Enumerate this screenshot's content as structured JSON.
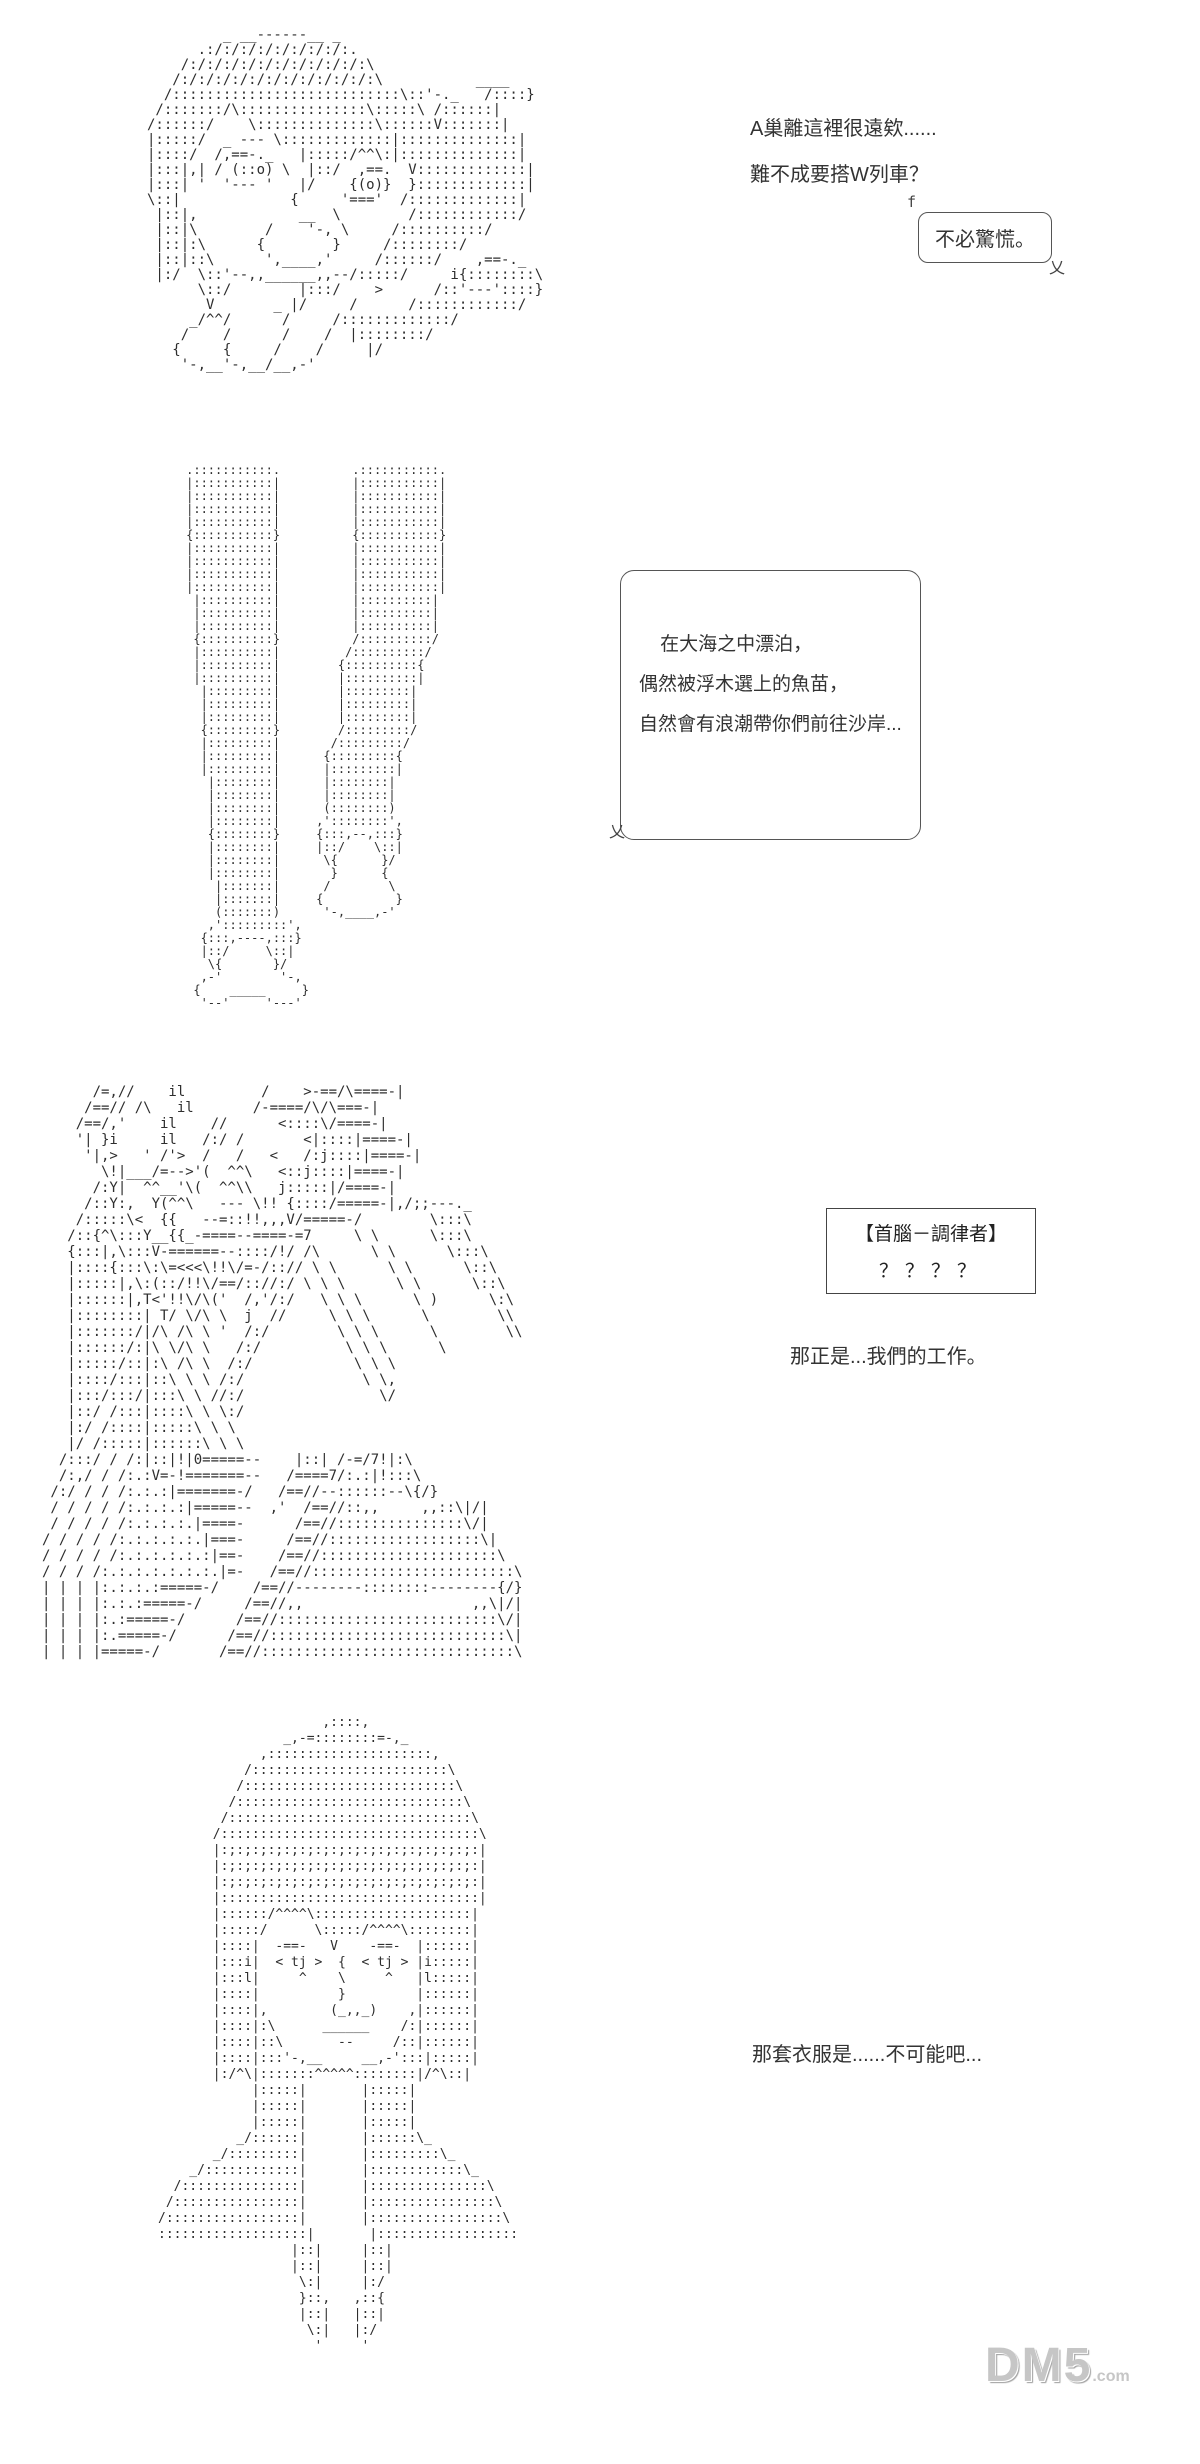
{
  "panel1": {
    "art": [
      "                _ __------__ _",
      "             .:/:/:/:/:/:/:/:/:.",
      "           /:/:/:/:/:/:/:/:/:/:/:\\",
      "          /:/:/:/:/:/:/:/:/:/:/:/:\\           ____",
      "         /:::::::::::::::::::::::::::\\::'-._   /::::}",
      "        /:::::::/\\:::::::::::::::\\:::::\\ /::::::|",
      "       /::::::/    \\::::::::::::::\\::::::V:::::::|",
      "       |:::::/  _ --- \\:::::::::::::|::::::::::::::|",
      "       |::::/  /,==-._   |:::::/^^\\:|::::::::::::::|",
      "       |:::|,| / (::o) \\  |::/  ,==.  V:::::::::::::|",
      "       |:::| '  '--- '   |/    {(o)}  }:::::::::::::|",
      "       \\::|             {     '==='  /:::::::::::::|",
      "        |::|,            __  \\        /::::::::::::/",
      "        |::|\\        /    '-, \\     /::::::::::/",
      "        |::|:\\      {        }     /::::::::/",
      "        |::|::\\      ',____,'     /::::::/    ,==-._",
      "        |:/  \\::'--,,______,,--/:::::/     i{::::::::\\",
      "             \\::/        |:::/    >      /::'---'::::}",
      "              V       _ |/     /      /::::::::::::/",
      "            _/^^/      /     /:::::::::::::/",
      "           /    /      /    /  |::::::::/",
      "          {     {     /    /     |/",
      "           '-,__'-,__/__,-'"
    ],
    "dialogue_line1": "A巢離這裡很遠欸......",
    "dialogue_line2": "難不成要搭W列車？",
    "bubble": {
      "prefix": "f",
      "text": "不必驚慌。",
      "tail": "乂"
    }
  },
  "panel2": {
    "art": [
      "     .:::::::::::.          .:::::::::::.",
      "     |:::::::::::|          |:::::::::::|",
      "     |:::::::::::|          |:::::::::::|",
      "     |:::::::::::|          |:::::::::::|",
      "     |:::::::::::|          |:::::::::::|",
      "     {:::::::::::}          {:::::::::::}",
      "     |:::::::::::|          |:::::::::::|",
      "     |:::::::::::|          |:::::::::::|",
      "     |:::::::::::|          |:::::::::::|",
      "     |:::::::::::|          |:::::::::::|",
      "      |::::::::::|          |::::::::::|",
      "      |::::::::::|          |::::::::::|",
      "      |::::::::::|          |::::::::::|",
      "      {::::::::::}          /::::::::::/",
      "      |::::::::::|         /::::::::::/",
      "      |::::::::::|        {::::::::::{",
      "      |::::::::::|        |::::::::::|",
      "       |:::::::::|        |:::::::::|",
      "       |:::::::::|        |:::::::::|",
      "       |:::::::::|        |:::::::::|",
      "       {:::::::::}        /:::::::::/",
      "       |:::::::::|       /:::::::::/",
      "       |:::::::::|      {:::::::::{",
      "       |:::::::::|      |:::::::::|",
      "        |::::::::|      |::::::::|",
      "        |::::::::|      |::::::::|",
      "        |::::::::|      (::::::::)",
      "        |::::::::|     ,'::::::::',",
      "        {::::::::}     {:::,--,:::}",
      "        |::::::::|     |::/    \\::|",
      "        |::::::::|      \\{      }/",
      "        |::::::::|       }      {",
      "         |:::::::|      /        \\",
      "         |:::::::|     {          }",
      "         (:::::::)      '-,____,-'",
      "        ,':::::::::',",
      "       {:::,----,:::}",
      "       |::/     \\::|",
      "        \\{       }/",
      "       ,-'        '-,",
      "      {    _____     }",
      "       '--'     '---'"
    ],
    "bubble": {
      "lines": [
        "在大海之中漂泊，",
        "偶然被浮木選上的魚苗，",
        "自然會有浪潮帶你們前往沙岸..."
      ],
      "tail": "乂"
    }
  },
  "panel3": {
    "art": [
      "      /=,//    il         /    >-==/\\====-|",
      "     /==// /\\   il       /-====/\\/\\===-|",
      "    /==/,'    il    //      <::::\\/====-|",
      "    '| }i     il   /:/ /       <|::::|====-|",
      "     '|,>   ' /'>  /   /   <   /:j::::|====-|",
      "       \\!|___/=-->'(  ^^\\   <::j::::|====-|",
      "      /:Y|  ^^__'\\(  ^^\\\\   j:::::|/====-|",
      "     /::Y:,  Y(^^\\   --- \\!! {::::/=====-|,/;;---._",
      "    /:::::\\<  {{   --=::!!,,,V/=====-/        \\:::\\",
      "   /::{^\\:::Y__{{_-====--====-=7     \\ \\      \\:::\\",
      "   {:::|,\\:::V-======--::::/!/ /\\      \\ \\      \\:::\\",
      "   |::::{:::\\:\\=<<<\\!!\\/=-/::// \\ \\      \\ \\      \\::\\",
      "   |:::::|,\\:(::/!!\\/==/:://:/ \\ \\ \\      \\ \\      \\::\\",
      "   |::::::|,T<'!!\\/\\('  /,'/:/   \\ \\ \\      \\ )      \\:\\",
      "   |::::::::| T/ \\/\\ \\  j  //     \\ \\ \\      \\        \\\\",
      "   |:::::::/|/\\ /\\ \\ '  /:/        \\ \\ \\      \\        \\\\",
      "   |::::::/:|\\ \\/\\ \\   /:/          \\ \\ \\      \\",
      "   |:::::/::|:\\ /\\ \\  /:/            \\ \\ \\",
      "   |::::/:::|::\\ \\ \\ /:/              \\ \\,",
      "   |:::/:::/|:::\\ \\ //:/                \\/",
      "   |::/ /:::|::::\\ \\ \\:/",
      "   |:/ /::::|:::::\\ \\ \\",
      "   |/ /:::::|::::::\\ \\ \\",
      "  /:::/ / /:|::|!|0=====--    |::| /-=/7!|:\\",
      "  /:,/ / /:.:V=-!=======--   /====7/:.:|!:::\\",
      " /:/ / / /:.:.:|=======-/   /==//--::::::--\\{/}",
      " / / / / /:.:.:.:|=====--  ,'  /==//::,,     ,,::\\|/|",
      " / / / / /:.:.:.:.|====-      /==//:::::::::::::::\\/|",
      "/ / / / /:.:.:.:.:.|===-     /==//::::::::::::::::::\\|",
      "/ / / / /:.:.:.:.:.:|==-    /==//:::::::::::::::::::::\\",
      "/ / / /:.:.:.:.:.:.:.|=-   /==//::::::::::::::::::::::::\\",
      "| | | |:.:.:.:=====-/    /==//--------::::::::--------{/}",
      "| | | |:.:.:=====-/     /==//,,                    ,,\\|/|",
      "| | | |:.:=====-/      /==//::::::::::::::::::::::::::\\/|",
      "| | | |:.=====-/      /==//::::::::::::::::::::::::::::\\|",
      "| | | |=====-/       /==//::::::::::::::::::::::::::::::\\"
    ],
    "label_box": {
      "title": "【首腦－調律者】",
      "subtitle": "？？？？"
    },
    "caption": "那正是...我們的工作。"
  },
  "panel4": {
    "art": [
      "                     ,::::,",
      "                _,-=::::::::=-,_",
      "             ,:::::::::::::::::::::,",
      "           /:::::::::::::::::::::::::\\",
      "          /:::::::::::::::::::::::::::\\",
      "         /:::::::::::::::::::::::::::::\\",
      "        /:::::::::::::::::::::::::::::::\\",
      "       /:::::::::::::::::::::::::::::::::\\",
      "       |:;:;:;:;:;:;:;:;:;:;:;:;:;:;:;:;:|",
      "       |:;:;:;:;:;:;:;:;:;:;:;:;:;:;:;:;:|",
      "       |:;:;:;:;:;:;:;:;:;:;:;:;:;:;:;:;:|",
      "       |:::::::::::::::::::::::::::::::::|",
      "       |::::::/^^^^\\::::::::::::::::::::|",
      "       |:::::/      \\:::::/^^^^\\::::::::|",
      "       |::::|  -==-   V    -==-  |::::::|",
      "       |:::i|  < tj >  {  < tj > |i:::::|",
      "       |:::l|     ^    \\     ^   |l:::::|",
      "       |::::|          }         |::::::|",
      "       |::::|,        (_,,_)    ,|::::::|",
      "       |::::|:\\      ______    /:|::::::|",
      "       |::::|::\\       --     /::|::::::|",
      "       |::::|:::'-,__     __,-':::|:::::|",
      "       |:/^\\|:::::::^^^^^::::::::|/^\\::|",
      "            |:::::|       |:::::|",
      "            |:::::|       |:::::|",
      "            |:::::|       |:::::|",
      "          _/::::::|       |::::::\\_",
      "       _/:::::::::|       |:::::::::\\_",
      "    _/::::::::::::|       |::::::::::::\\_",
      "  /:::::::::::::::|       |:::::::::::::::\\",
      " /::::::::::::::::|       |::::::::::::::::\\",
      "/:::::::::::::::::|       |:::::::::::::::::\\",
      ":::::::::::::::::::|       |::::::::::::::::::",
      "                 |::|     |::|",
      "                 |::|     |::|",
      "                  \\:|     |:/",
      "                  }::,   ,::{",
      "                  |::|   |::|",
      "                   \\:|   |:/",
      "                    '     '"
    ],
    "caption": "那套衣服是......不可能吧..."
  },
  "watermark": {
    "name": "DM5",
    "suffix": ".com"
  },
  "colors": {
    "ink": "#2e2e2e",
    "border": "#555555",
    "watermark": "#c6c6c6"
  }
}
